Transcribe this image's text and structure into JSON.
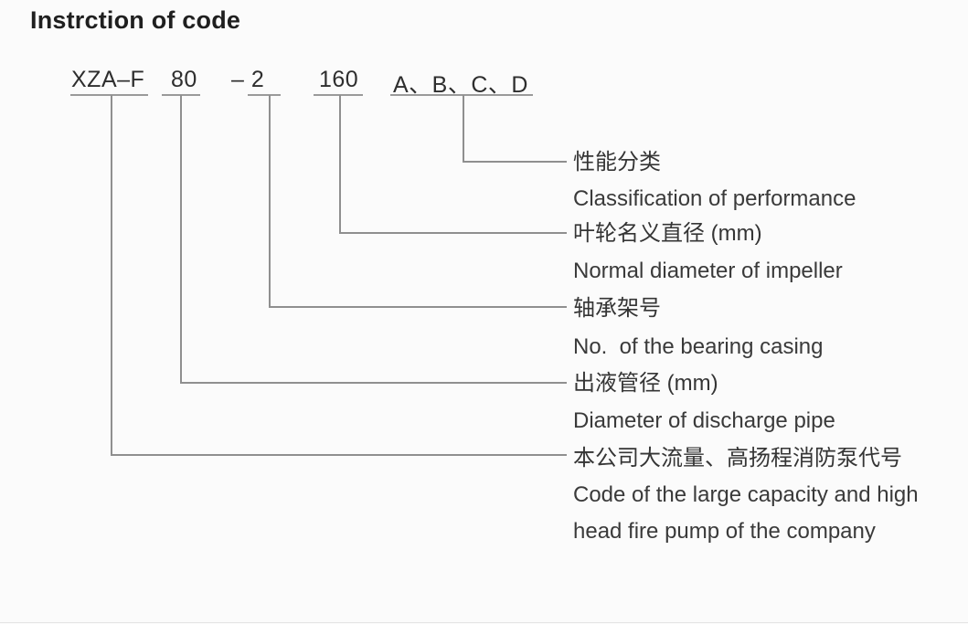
{
  "title": "Instrction of code",
  "code": {
    "segments": [
      {
        "text": "XZA–F"
      },
      {
        "text": "80"
      },
      {
        "text": "– 2"
      },
      {
        "text": "160"
      },
      {
        "text": "A、B、C、D"
      }
    ]
  },
  "labels": [
    {
      "zh": "性能分类",
      "en": "Classification of performance"
    },
    {
      "zh": "叶轮名义直径 (mm)",
      "en": "Normal diameter of impeller"
    },
    {
      "zh": "轴承架号",
      "en": "No.  of the bearing casing"
    },
    {
      "zh": "出液管径 (mm)",
      "en": "Diameter of discharge pipe"
    },
    {
      "zh": "本公司大流量、高扬程消防泵代号",
      "en": "Code of the large capacity and high",
      "en2": "head fire pump of the company"
    }
  ],
  "colors": {
    "background": "#fbfbfb",
    "title_text": "#1f1f1f",
    "code_text": "#2e2e2e",
    "label_text": "#3a3a3a",
    "connector_line": "#8f8f8f"
  }
}
